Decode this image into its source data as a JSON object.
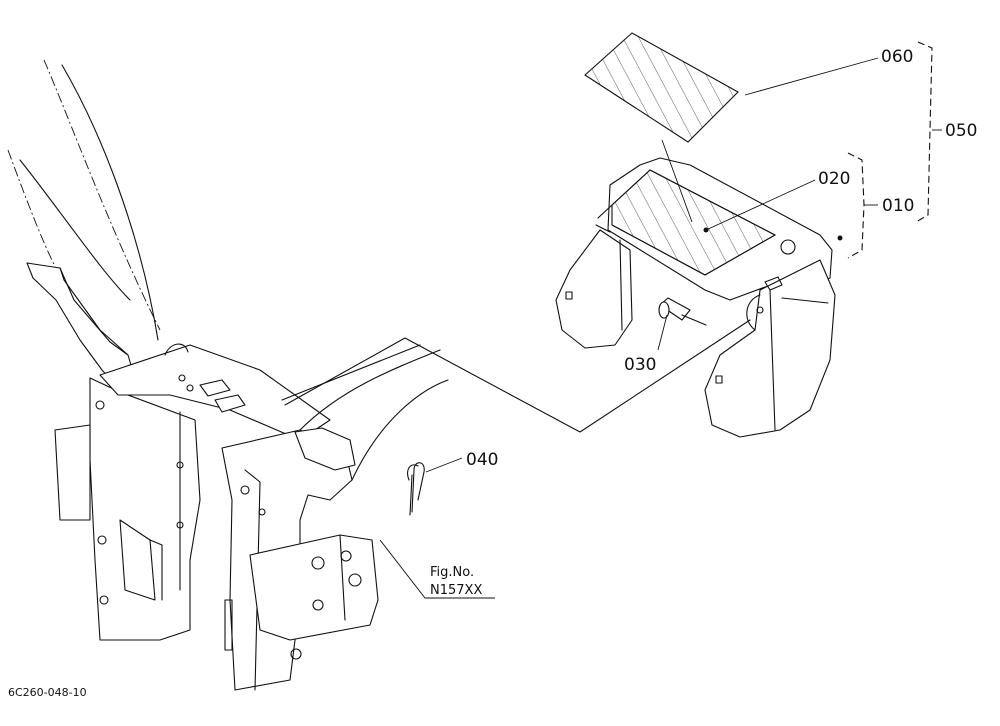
{
  "callouts": {
    "p060": "060",
    "p050": "050",
    "p020": "020",
    "p010": "010",
    "p030": "030",
    "p040": "040"
  },
  "figure_ref": {
    "line1": "Fig.No.",
    "line2": "N157XX"
  },
  "drawing_code": "6C260-048-10"
}
